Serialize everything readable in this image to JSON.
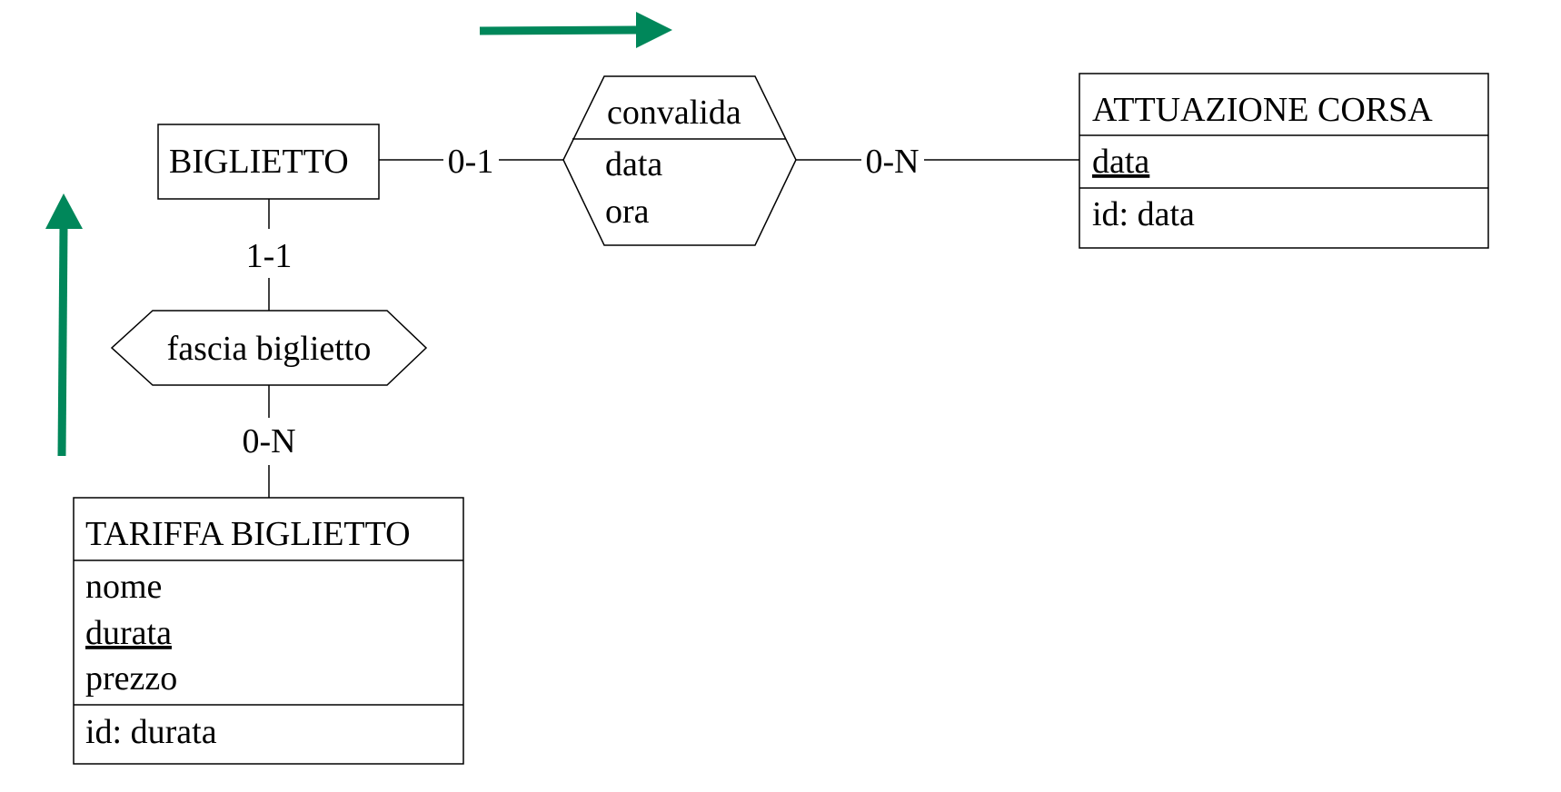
{
  "entities": {
    "biglietto": {
      "name": "BIGLIETTO"
    },
    "attuazione_corsa": {
      "name": "ATTUAZIONE CORSA",
      "attributes": [
        "data"
      ],
      "identifier": "id: data"
    },
    "tariffa_biglietto": {
      "name": "TARIFFA BIGLIETTO",
      "attributes": [
        "nome",
        "durata",
        "prezzo"
      ],
      "identifier": "id: durata"
    }
  },
  "relationships": {
    "convalida": {
      "name": "convalida",
      "attributes": [
        "data",
        "ora"
      ]
    },
    "fascia_biglietto": {
      "name": "fascia biglietto"
    }
  },
  "cardinalities": {
    "biglietto_convalida": "0-1",
    "convalida_attuazione": "0-N",
    "biglietto_fascia": "1-1",
    "fascia_tariffa": "0-N"
  },
  "colors": {
    "arrow": "#00875A",
    "stroke": "#000000"
  },
  "arrows": [
    {
      "name": "navigation-arrow-right",
      "direction": "right"
    },
    {
      "name": "navigation-arrow-up",
      "direction": "up"
    }
  ]
}
